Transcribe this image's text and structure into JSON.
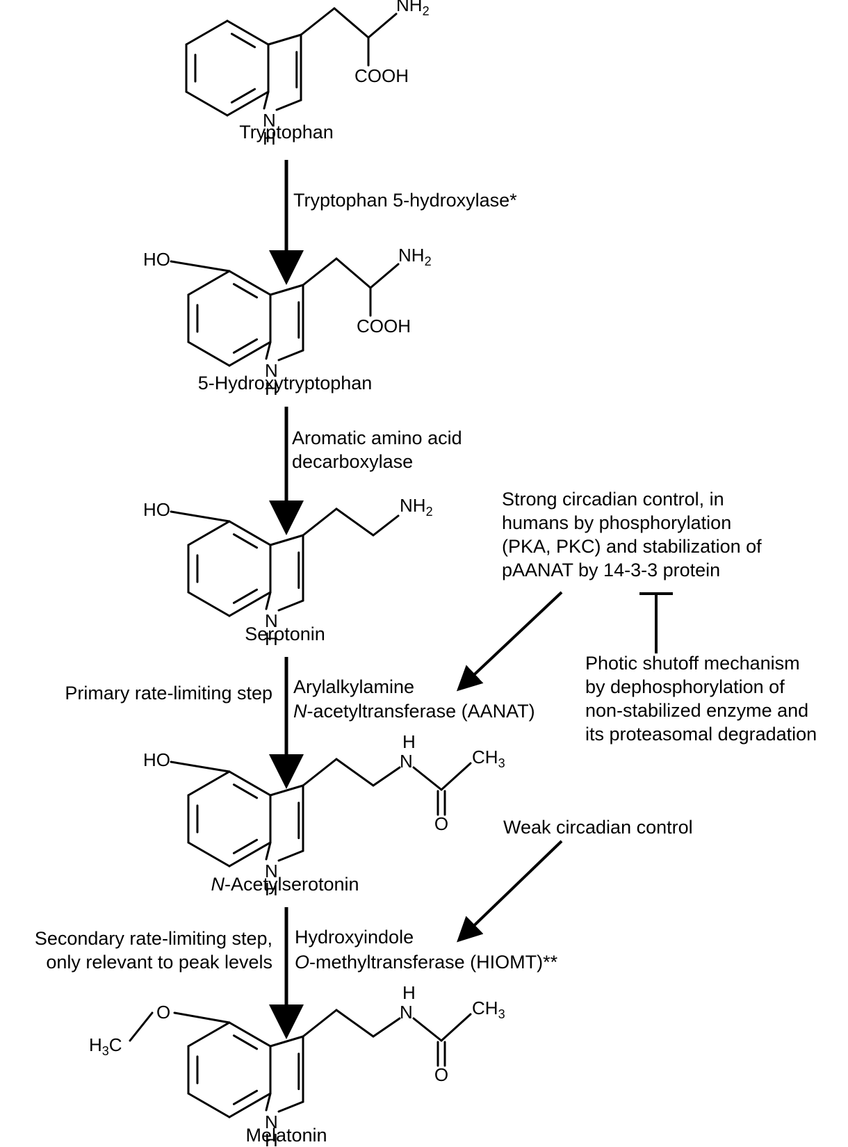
{
  "compounds": {
    "tryptophan": "Tryptophan",
    "hydroxytryptophan": "5-Hydroxytryptophan",
    "serotonin": "Serotonin",
    "acetylserotonin_prefix": "N",
    "acetylserotonin_rest": "-Acetylserotonin",
    "melatonin": "Melatonin"
  },
  "enzymes": {
    "tph": "Tryptophan 5-hydroxylase*",
    "aadc_line1": "Aromatic amino acid",
    "aadc_line2": "decarboxylase",
    "aanat_line1": "Arylalkylamine",
    "aanat_line2_prefix": "N",
    "aanat_line2_rest": "-acetyltransferase (AANAT)",
    "hiomt_line1": "Hydroxyindole",
    "hiomt_line2_prefix": "O",
    "hiomt_line2_rest": "-methyltransferase (HIOMT)**"
  },
  "notes": {
    "primary": "Primary rate-limiting step",
    "secondary_line1": "Secondary rate-limiting step,",
    "secondary_line2": "only relevant to peak levels",
    "strong_line1": "Strong circadian control, in",
    "strong_line2": "humans by phosphorylation",
    "strong_line3": "(PKA, PKC) and stabilization of",
    "strong_line4": "pAANAT by 14-3-3 protein",
    "photic_line1": "Photic shutoff mechanism",
    "photic_line2": "by dephosphorylation of",
    "photic_line3": "non-stabilized enzyme and",
    "photic_line4": "its proteasomal degradation",
    "weak": "Weak circadian control"
  },
  "atoms": {
    "nh2": "NH",
    "two": "2",
    "cooh": "COOH",
    "n": "N",
    "h": "H",
    "ho": "HO",
    "o": "O",
    "ch3": "CH",
    "three": "3",
    "h3c_h": "H",
    "h3c_c": "C"
  }
}
